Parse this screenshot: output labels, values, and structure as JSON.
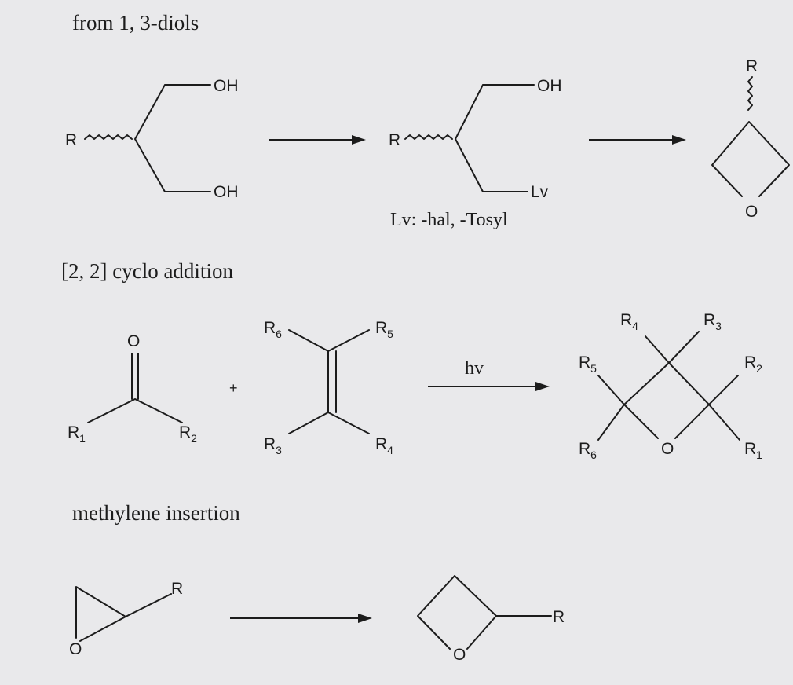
{
  "sections": {
    "diols": "from 1, 3-diols",
    "cyclo": "[2, 2] cyclo addition",
    "methylene": "methylene insertion"
  },
  "labels": {
    "R": "R",
    "OH": "OH",
    "Lv": "Lv",
    "O": "O",
    "lv_note": "Lv: -hal, -Tosyl",
    "plus": "+",
    "hv": "hv",
    "R1": "1",
    "R2": "2",
    "R3": "3",
    "R4": "4",
    "R5": "5",
    "R6": "6"
  }
}
